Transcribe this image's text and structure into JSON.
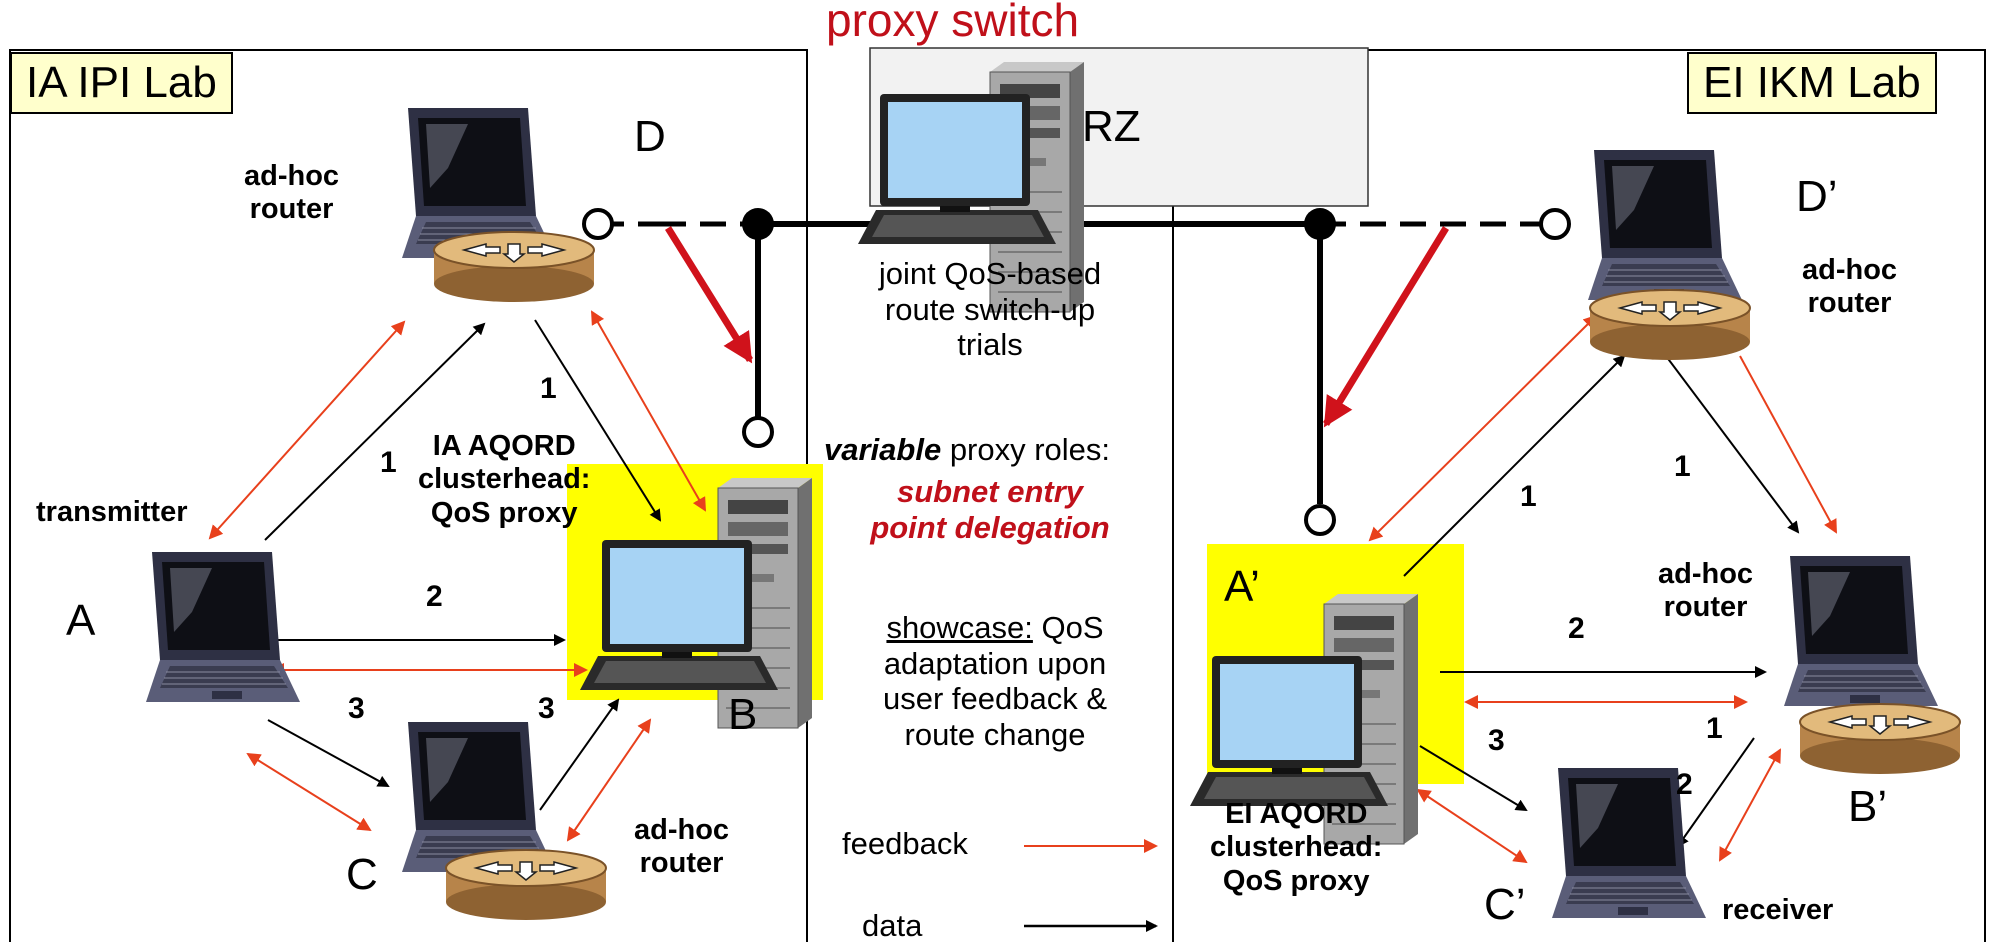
{
  "title": "proxy switch",
  "labs": {
    "left": "IA IPI Lab",
    "right": "EI IKM Lab"
  },
  "center": {
    "rz": "RZ",
    "trials": [
      "joint QoS-based",
      "route switch-up",
      "trials"
    ],
    "variable_word": "variable",
    "variable_rest": " proxy roles:",
    "delegation": [
      "subnet entry",
      "point delegation"
    ],
    "showcase_underlined": "showcase:",
    "showcase_lines": [
      " QoS",
      "adaptation upon",
      "user feedback &",
      "route change"
    ],
    "legend": [
      {
        "label": "feedback",
        "color": "#e8401c"
      },
      {
        "label": "data",
        "color": "#000000"
      }
    ]
  },
  "nodes": {
    "A": "A",
    "B": "B",
    "C": "C",
    "D": "D",
    "A_prime": "A’",
    "B_prime": "B’",
    "C_prime": "C’",
    "D_prime": "D’"
  },
  "roles": {
    "left_adhoc_top": [
      "ad-hoc",
      "router"
    ],
    "transmitter": "transmitter",
    "ia_clusterhead": [
      "IA AQORD",
      "clusterhead:",
      "QoS proxy"
    ],
    "left_adhoc_bottom": [
      "ad-hoc",
      "router"
    ],
    "right_adhoc_top": [
      "ad-hoc",
      "router"
    ],
    "right_adhoc_mid": [
      "ad-hoc",
      "router"
    ],
    "ei_clusterhead": [
      "EI  AQORD",
      "clusterhead:",
      "QoS proxy"
    ],
    "receiver": "receiver"
  },
  "step_numbers": {
    "left": [
      "1",
      "1",
      "2",
      "3",
      "3"
    ],
    "right": [
      "1",
      "1",
      "2",
      "3",
      "1",
      "2"
    ]
  },
  "colors": {
    "feedback": "#e8401c",
    "switch_arrow": "#d0121b",
    "highlight": "#ffff00",
    "lab_label_bg": "#ffffcc",
    "title": "#c0101a"
  },
  "icons": [
    "laptop-icon",
    "server-icon",
    "router-icon"
  ]
}
